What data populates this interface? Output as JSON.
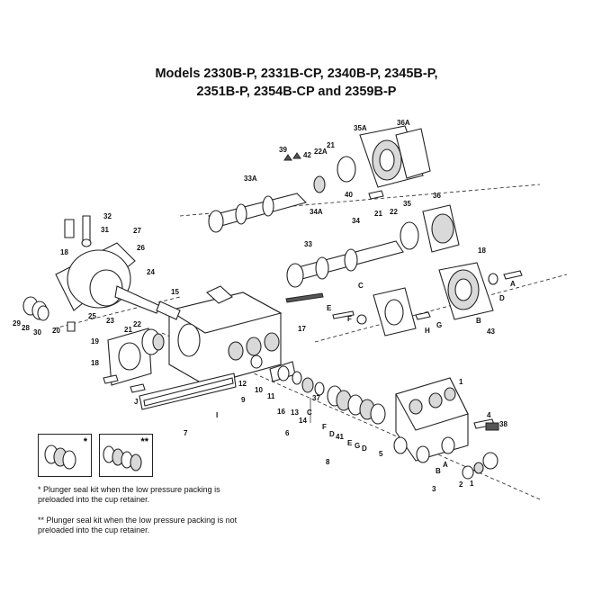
{
  "title_line1": "Models 2330B-P, 2331B-CP, 2340B-P, 2345B-P,",
  "title_line2": "2351B-P, 2354B-CP and 2359B-P",
  "labels": [
    "32",
    "31",
    "18",
    "27",
    "26",
    "24",
    "15",
    "29",
    "28",
    "30",
    "25",
    "23",
    "20",
    "21",
    "22",
    "19",
    "18",
    "J",
    "9",
    "I",
    "7",
    "17",
    "12",
    "10",
    "11",
    "16",
    "13",
    "14",
    "C",
    "37",
    "F",
    "D",
    "41",
    "E",
    "G",
    "D",
    "6",
    "8",
    "5",
    "1",
    "4",
    "38",
    "B",
    "A",
    "3",
    "2",
    "1",
    "39",
    "42",
    "22A",
    "21",
    "35A",
    "36A",
    "33A",
    "34A",
    "40",
    "34",
    "21",
    "22",
    "35",
    "36",
    "18",
    "33",
    "C",
    "E",
    "F",
    "H",
    "G",
    "B",
    "D",
    "A",
    "43"
  ],
  "kit1_mark": "*",
  "kit2_mark": "**",
  "note1": "* Plunger seal kit when the low pressure packing is preloaded into the cup retainer.",
  "note2": "** Plunger seal kit when the low pressure packing is not preloaded into the cup retainer."
}
